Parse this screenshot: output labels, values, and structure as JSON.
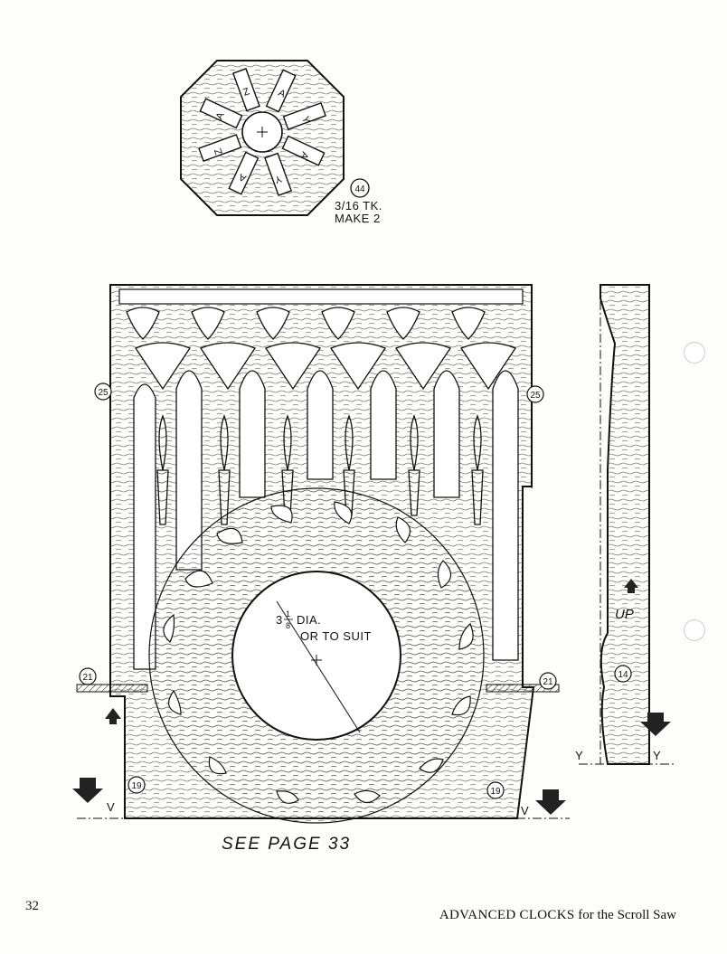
{
  "part44": {
    "number": "44",
    "spec_line1": "3/16 TK.",
    "spec_line2": "MAKE 2",
    "spoke_letters": [
      "Z",
      "A",
      "Y",
      "A",
      "Y",
      "A",
      "Z",
      "A"
    ]
  },
  "main_panel": {
    "dia_whole": "3",
    "dia_num": "1",
    "dia_den": "8",
    "dia_text": "DIA.",
    "dia_note": "OR TO SUIT",
    "callouts": {
      "left_top": "25",
      "right_top": "25",
      "left_mid": "21",
      "right_mid": "21",
      "left_bottom": "19",
      "right_bottom": "19"
    },
    "edge_label_left": "V",
    "edge_label_right": "V"
  },
  "side_panel": {
    "up_label": "UP",
    "callout": "14",
    "edge_left": "Y",
    "edge_right": "Y"
  },
  "see_page": "SEE PAGE 33",
  "footer": {
    "page_number": "32",
    "title_caps": "ADVANCED CLOCKS",
    "title_rest": "for the Scroll Saw"
  }
}
